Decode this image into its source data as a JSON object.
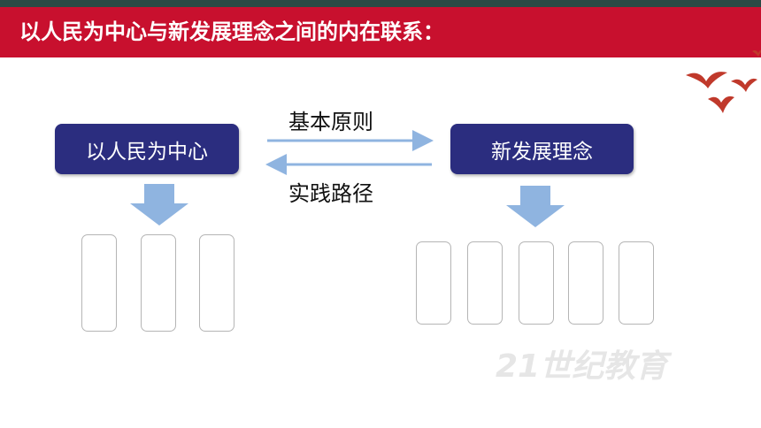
{
  "header": {
    "title": "以人民为中心与新发展理念之间的内在联系："
  },
  "concepts": {
    "left": "以人民为中心",
    "right": "新发展理念"
  },
  "relations": {
    "forward": "基本原则",
    "backward": "实践路径"
  },
  "slots": {
    "left_count": 3,
    "right_count": 5
  },
  "colors": {
    "title_bar": "#c8102e",
    "top_strip": "#2a4a45",
    "concept_box": "#2b2d7f",
    "arrow": "#8fb4e0"
  },
  "decorations": {
    "birds_icon": "flying-birds-icon",
    "watermark": "21世纪教育"
  }
}
